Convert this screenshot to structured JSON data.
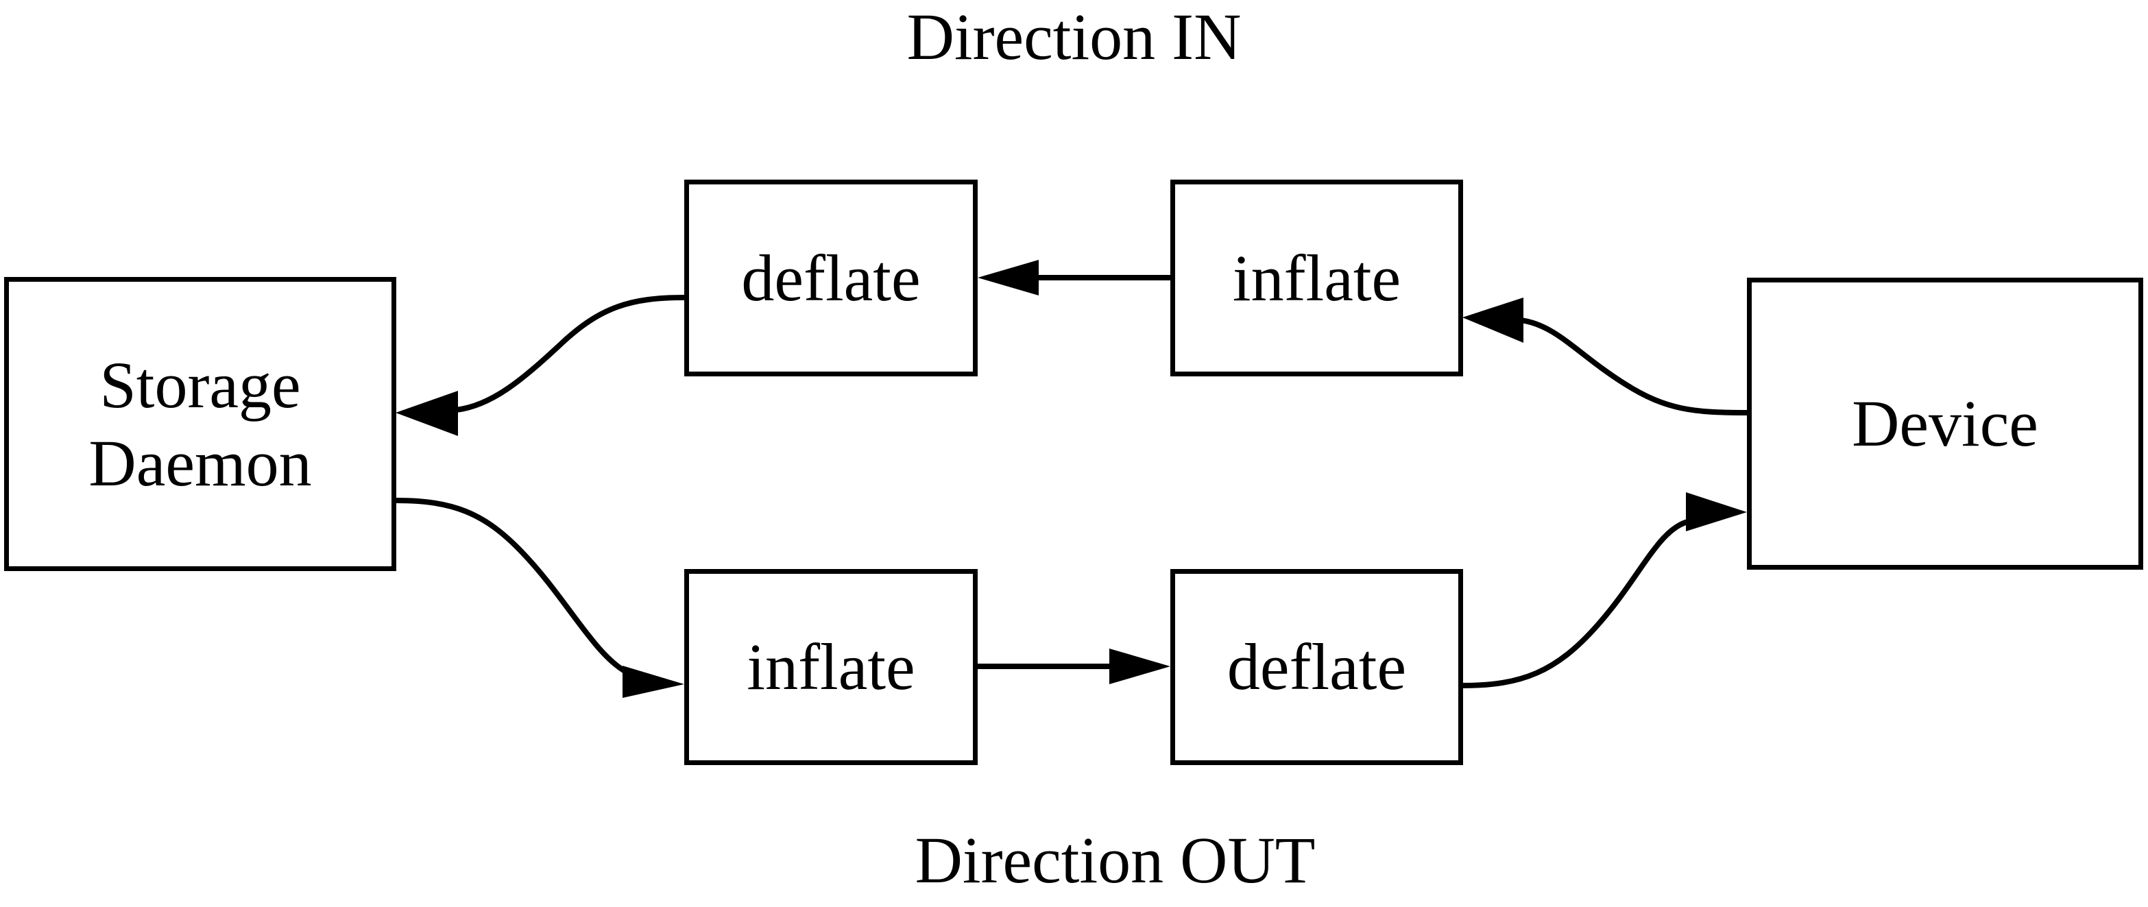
{
  "figure": {
    "title_top": "Direction IN",
    "title_bottom": "Direction OUT",
    "stroke_color": "#000000",
    "background_color": "#ffffff"
  },
  "nodes": {
    "storage_daemon": {
      "label_line1": "Storage",
      "label_line2": "Daemon"
    },
    "device": {
      "label": "Device"
    },
    "deflate_in": {
      "label": "deflate"
    },
    "inflate_in": {
      "label": "inflate"
    },
    "inflate_out": {
      "label": "inflate"
    },
    "deflate_out": {
      "label": "deflate"
    }
  },
  "edges": [
    {
      "id": "device-to-inflate-in",
      "from": "Device",
      "to": "inflate",
      "direction": "IN",
      "style": "curved",
      "arrow": "left"
    },
    {
      "id": "inflate-in-to-deflate-in",
      "from": "inflate",
      "to": "deflate",
      "direction": "IN",
      "style": "straight",
      "arrow": "left"
    },
    {
      "id": "deflate-in-to-storage-daemon",
      "from": "deflate",
      "to": "Storage Daemon",
      "direction": "IN",
      "style": "curved",
      "arrow": "left"
    },
    {
      "id": "storage-daemon-to-inflate-out",
      "from": "Storage Daemon",
      "to": "inflate",
      "direction": "OUT",
      "style": "curved",
      "arrow": "right"
    },
    {
      "id": "inflate-out-to-deflate-out",
      "from": "inflate",
      "to": "deflate",
      "direction": "OUT",
      "style": "straight",
      "arrow": "right"
    },
    {
      "id": "deflate-out-to-device",
      "from": "deflate",
      "to": "Device",
      "direction": "OUT",
      "style": "curved",
      "arrow": "right"
    }
  ]
}
